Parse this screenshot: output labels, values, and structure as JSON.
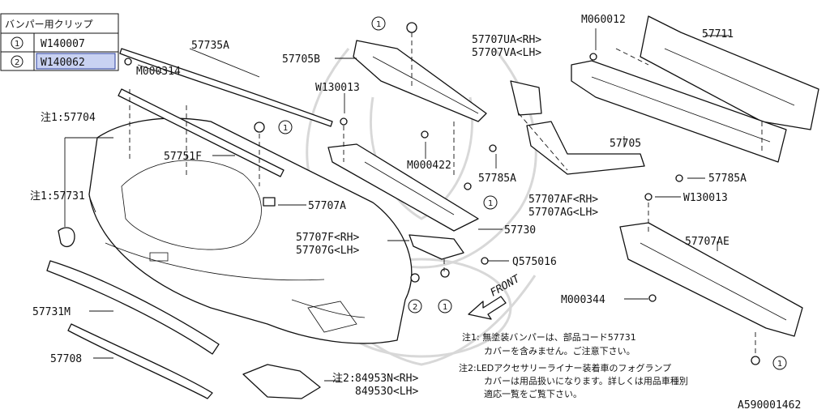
{
  "clip_table": {
    "title": "バンパー用クリップ",
    "rows": [
      {
        "mark": "1",
        "code": "W140007",
        "selected": false
      },
      {
        "mark": "2",
        "code": "W140062",
        "selected": true
      }
    ]
  },
  "parts": {
    "p57735A": "57735A",
    "pM000314": "M000314",
    "p57705B": "57705B",
    "pW130013a": "W130013",
    "p57707UA": "57707UA<RH>",
    "p57707VA": "57707VA<LH>",
    "pM060012": "M060012",
    "p57711": "57711",
    "p57704": "注1:57704",
    "p57751F": "57751F",
    "pM000422": "M000422",
    "p57785Aa": "57785A",
    "p57705": "57705",
    "p57785Ab": "57785A",
    "p57731": "注1:57731",
    "p57707A": "57707A",
    "p57707AF": "57707AF<RH>",
    "p57707AG": "57707AG<LH>",
    "pW130013b": "W130013",
    "p57730": "57730",
    "p57707F": "57707F<RH>",
    "p57707G": "57707G<LH>",
    "pQ575016": "Q575016",
    "p57707AE": "57707AE",
    "pM000344": "M000344",
    "p57731M": "57731M",
    "p57708": "57708",
    "p84953N": "84953N<RH>",
    "p84953O": "84953O<LH>",
    "note2_prefix": "注2:"
  },
  "clip_callouts": {
    "one": "1",
    "two": "2"
  },
  "front_label": "FRONT",
  "notes": {
    "n1_line1": "注1: 無塗装バンパーは、部品コード57731",
    "n1_line2": "カバーを含みません。ご注意下さい。",
    "n2_line1": "注2:LEDアクセサリーライナー装着車のフォグランプ",
    "n2_line2": "カバーは用品扱いになります。詳しくは用品車種別",
    "n2_line3": "適応一覧をご覧下さい。"
  },
  "diagram_code": "A590001462"
}
